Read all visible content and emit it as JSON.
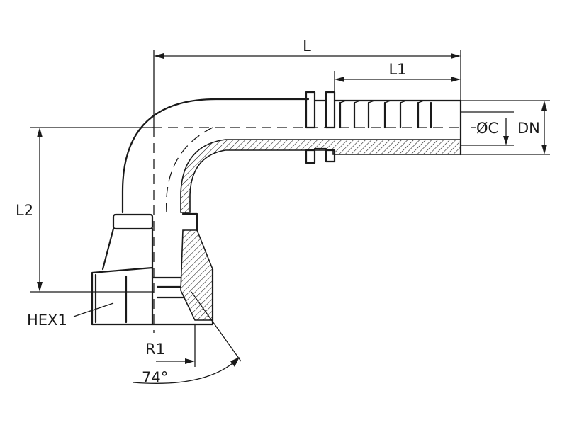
{
  "dimensions": {
    "L": "L",
    "L1": "L1",
    "L2": "L2",
    "OC": "ØC",
    "DN": "DN",
    "HEX1": "HEX1",
    "R1": "R1",
    "angle": "74°"
  },
  "colors": {
    "line": "#1a1a1a",
    "background": "#ffffff"
  }
}
